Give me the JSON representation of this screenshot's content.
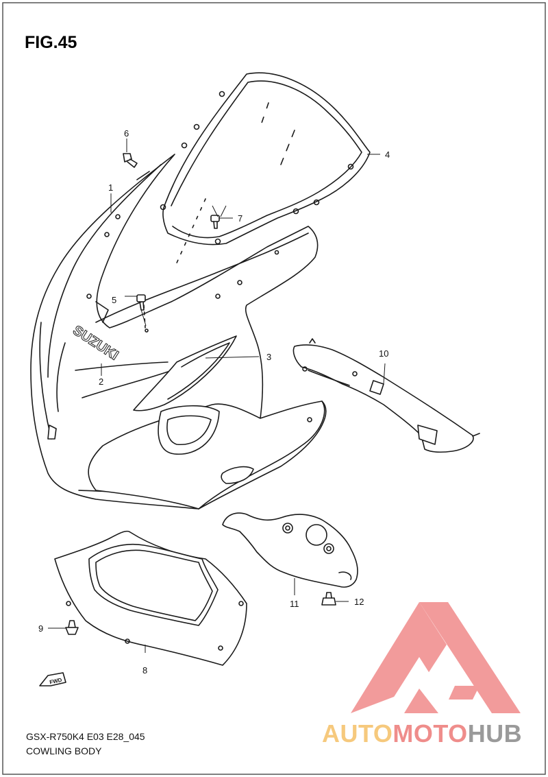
{
  "figure": {
    "title": "FIG.45",
    "model_code": "GSX-R750K4 E03 E28_045",
    "section_name": "COWLING BODY"
  },
  "brand_on_part": "SUZUKI",
  "fwd_marker": "FWD",
  "callouts": [
    "1",
    "2",
    "3",
    "4",
    "5",
    "6",
    "7",
    "8",
    "9",
    "10",
    "11",
    "12"
  ],
  "watermark": {
    "part1": "AUTO",
    "part2": "MOTO",
    "part3": "HUB",
    "colors": {
      "auto": "#f6c97d",
      "moto": "#ef8d8b",
      "hub": "#9a9a9a",
      "triangle": "#f08080"
    }
  },
  "colors": {
    "line": "#1a1a1a",
    "frame": "#555555"
  }
}
